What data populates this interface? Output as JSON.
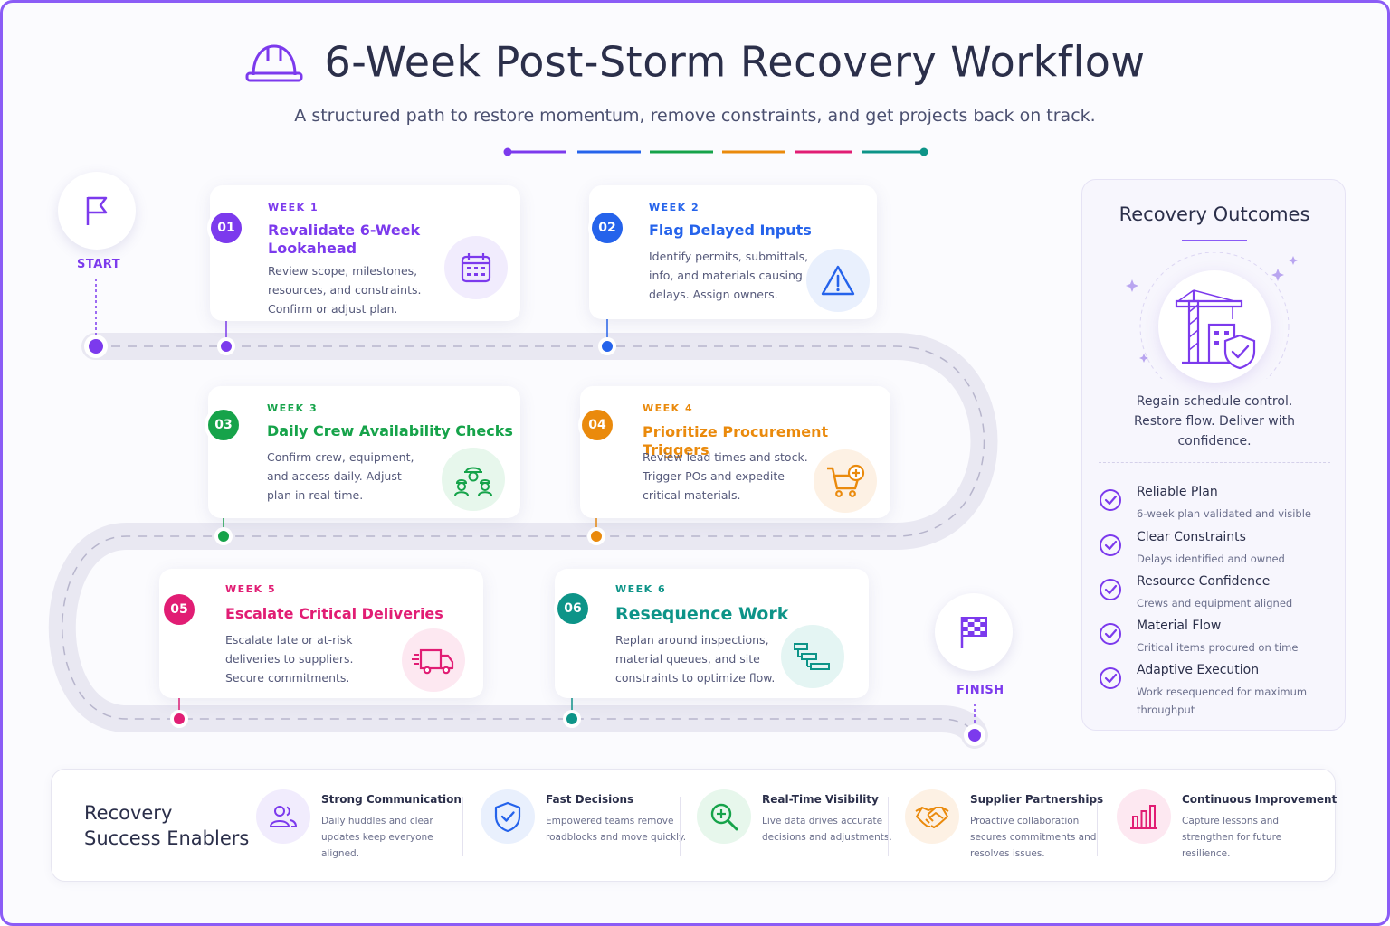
{
  "header": {
    "title": "6-Week Post-Storm Recovery  Workflow",
    "subtitle": "A structured path to restore momentum, remove constraints, and get projects back on track."
  },
  "start_label": "START",
  "finish_label": "FINISH",
  "steps": [
    {
      "num": "01",
      "week": "WEEK 1",
      "title_line1": "Revalidate 6-Week",
      "title_line2": "Lookahead",
      "desc1": "Review scope, milestones,",
      "desc2": "resources, and constraints.",
      "desc3": "Confirm or adjust plan.",
      "color": "#7c3aed",
      "icon": "calendar-icon"
    },
    {
      "num": "02",
      "week": "WEEK 2",
      "title_line1": "Flag Delayed Inputs",
      "title_line2": "",
      "desc1": "Identify permits, submittals,",
      "desc2": "info, and materials causing",
      "desc3": "delays. Assign owners.",
      "color": "#2563eb",
      "icon": "warning-icon"
    },
    {
      "num": "03",
      "week": "WEEK 3",
      "title_line1": "Daily Crew Availability Checks",
      "title_line2": "",
      "desc1": "Confirm crew, equipment,",
      "desc2": "and access daily. Adjust",
      "desc3": "plan in real time.",
      "color": "#16a34a",
      "icon": "crew-icon"
    },
    {
      "num": "04",
      "week": "WEEK 4",
      "title_line1": "Prioritize Procurement Triggers",
      "title_line2": "",
      "desc1": "Review lead times and stock.",
      "desc2": "Trigger POs and expedite",
      "desc3": "critical materials.",
      "color": "#ea8a0c",
      "icon": "cart-icon"
    },
    {
      "num": "05",
      "week": "WEEK 5",
      "title_line1": "Escalate Critical Deliveries",
      "title_line2": "",
      "desc1": "Escalate late or at-risk",
      "desc2": "deliveries to suppliers.",
      "desc3": "Secure commitments.",
      "color": "#e11d74",
      "icon": "truck-icon"
    },
    {
      "num": "06",
      "week": "WEEK 6",
      "title_line1": "Resequence Work",
      "title_line2": "",
      "desc1": "Replan around inspections,",
      "desc2": "material queues, and site",
      "desc3": "constraints to optimize flow.",
      "color": "#0d9488",
      "icon": "gantt-icon"
    }
  ],
  "outcomes": {
    "title": "Recovery Outcomes",
    "summary_line1": "Regain schedule control.",
    "summary_line2": "Restore flow. Deliver with",
    "summary_line3": "confidence.",
    "items": [
      {
        "label": "Reliable Plan",
        "sub": "6-week plan validated and visible"
      },
      {
        "label": "Clear Constraints",
        "sub": "Delays identified and owned"
      },
      {
        "label": "Resource Confidence",
        "sub": "Crews and equipment aligned"
      },
      {
        "label": "Material Flow",
        "sub": "Critical items procured on time"
      },
      {
        "label": "Adaptive Execution",
        "sub": "Work resequenced for maximum throughput"
      }
    ]
  },
  "enablers": {
    "title_line1": "Recovery",
    "title_line2": "Success Enablers",
    "items": [
      {
        "label": "Strong Communication",
        "desc": "Daily huddles and clear updates keep everyone aligned.",
        "icon": "people-icon",
        "color": "#7c3aed"
      },
      {
        "label": "Fast Decisions",
        "desc": "Empowered teams remove roadblocks and move quickly.",
        "icon": "shield-check-icon",
        "color": "#2563eb"
      },
      {
        "label": "Real-Time Visibility",
        "desc": "Live data drives accurate decisions and adjustments.",
        "icon": "magnifier-icon",
        "color": "#16a34a"
      },
      {
        "label": "Supplier Partnerships",
        "desc": "Proactive collaboration secures commitments and resolves issues.",
        "icon": "handshake-icon",
        "color": "#ea8a0c"
      },
      {
        "label": "Continuous Improvement",
        "desc": "Capture lessons and strengthen for future resilience.",
        "icon": "bar-chart-icon",
        "color": "#e11d74"
      }
    ]
  },
  "colors": {
    "accent": "#7c3aed",
    "blue": "#2563eb",
    "green": "#16a34a",
    "orange": "#ea8a0c",
    "pink": "#e11d74",
    "teal": "#0d9488"
  }
}
